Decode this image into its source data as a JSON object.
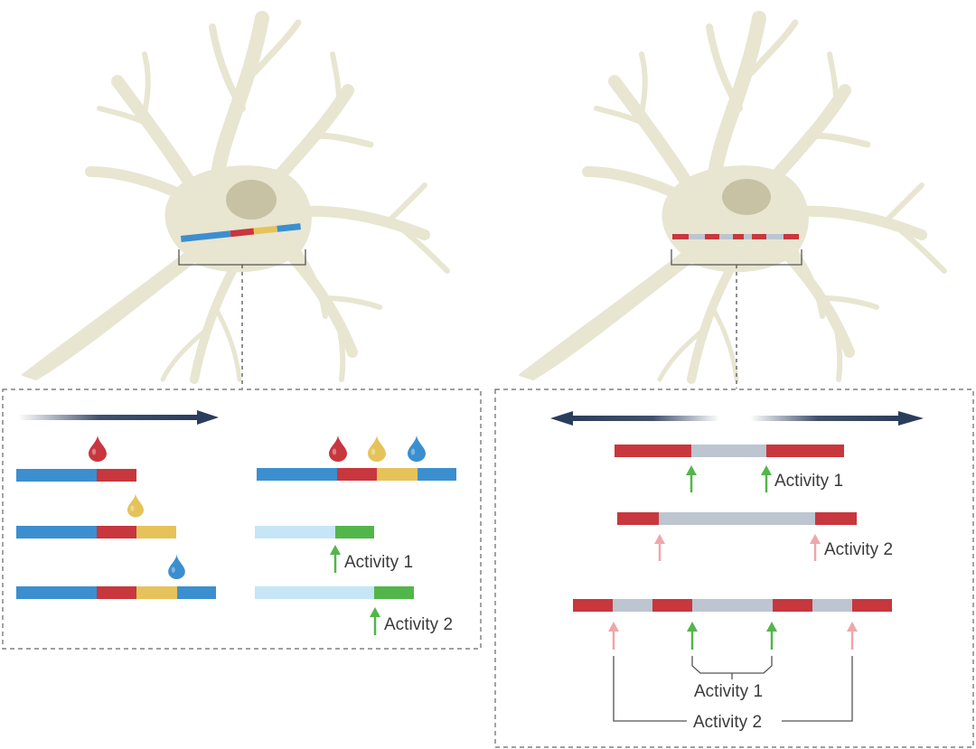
{
  "colors": {
    "neuron": "#e8e5d1",
    "nucleus": "#c7c2a4",
    "blue": "#3b8fcf",
    "red": "#c8373d",
    "yellow": "#e6c35a",
    "light_blue": "#c6e6f7",
    "green": "#52b64a",
    "grey": "#bcc5d0",
    "pink": "#eea7ab",
    "arrow": "#2b3d5c",
    "box_border": "#666666",
    "text": "#3a3a3a"
  },
  "icons": {
    "droplet_red": "red-droplet-icon",
    "droplet_yellow": "yellow-droplet-icon",
    "droplet_blue": "blue-droplet-icon",
    "activity_arrow": "up-arrow-icon",
    "time_arrow": "right-arrow-icon",
    "bidirectional_arrow": "double-headed-arrow-icon"
  },
  "left_panel": {
    "label_activity_1": "Activity 1",
    "label_activity_2": "Activity 2"
  },
  "right_panel": {
    "label_activity_1_a": "Activity 1",
    "label_activity_2_a": "Activity 2",
    "label_activity_1_b": "Activity 1",
    "label_activity_2_b": "Activity 2"
  }
}
